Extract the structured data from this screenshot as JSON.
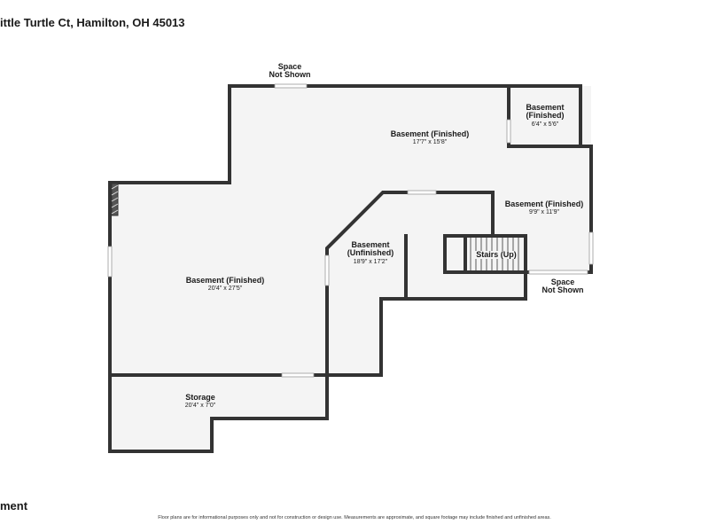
{
  "header": {
    "address": "ittle Turtle Ct, Hamilton, OH 45013"
  },
  "footer": {
    "level": "ment",
    "disclaimer": "Floor plans are for informational purposes only and not for construction or design use. Measurements are approximate, and square footage may include finished and unfinished areas."
  },
  "rooms": {
    "space_top": {
      "name_line1": "Space",
      "name_line2": "Not Shown"
    },
    "basement_small": {
      "name_line1": "Basement",
      "name_line2": "(Finished)",
      "dims": "6'4\" x 5'6\""
    },
    "basement_top": {
      "name": "Basement (Finished)",
      "dims": "17'7\" x 15'8\""
    },
    "basement_right": {
      "name": "Basement (Finished)",
      "dims": "9'9\" x 11'9\""
    },
    "basement_unfinished": {
      "name_line1": "Basement",
      "name_line2": "(Unfinished)",
      "dims": "18'9\" x 17'2\""
    },
    "stairs": {
      "name": "Stairs (Up)"
    },
    "space_right": {
      "name_line1": "Space",
      "name_line2": "Not Shown"
    },
    "basement_left": {
      "name": "Basement (Finished)",
      "dims": "20'4\" x 27'5\""
    },
    "storage": {
      "name": "Storage",
      "dims": "20'4\" x 7'0\""
    }
  },
  "colors": {
    "wall": "#333333",
    "floor": "#f4f4f4"
  }
}
